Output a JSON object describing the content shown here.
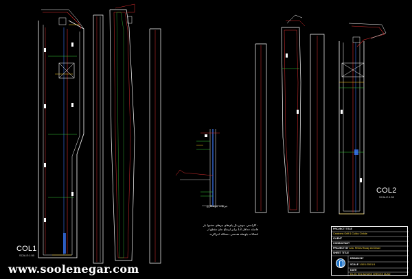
{
  "drawing": {
    "col1": {
      "title": "COL1",
      "scale": "SCALE:1:50"
    },
    "col2": {
      "title": "COL2",
      "scale": "SCALE:1:50"
    },
    "detail_caption": "جزئیات جوشکاری",
    "note_lines": [
      "- کاراستر، جوش بال پای‌های تیرهای مشبوا بار",
      "فاصله حداقل L3 برابر ارتفاع جان مقطع از",
      "اتصالات باوصله هندسی دستکاه اجراکردد"
    ]
  },
  "title_block": {
    "rows": [
      {
        "label": "PROJECT TITLE",
        "value": ""
      },
      {
        "label": "",
        "value": "Canteens Griff & Cukku Cinkde"
      },
      {
        "label": "CLIENT",
        "value": ""
      },
      {
        "label": "CONSULTANT",
        "value": ""
      },
      {
        "label": "PROJECT ST",
        "value": "Ana. REDA Rsoay ani Dnacr"
      },
      {
        "label": "SHEET TITLE",
        "value": ""
      },
      {
        "label": "DRAWN BY",
        "value": ""
      },
      {
        "label": "SCALE",
        "value": "1:50/1:250/1:5"
      },
      {
        "label": "DATE",
        "value": ""
      },
      {
        "label": "",
        "value": "DL-01 S01 ALKASK CHECKS DLAD"
      }
    ]
  },
  "watermark": "www.soolenegar.com"
}
